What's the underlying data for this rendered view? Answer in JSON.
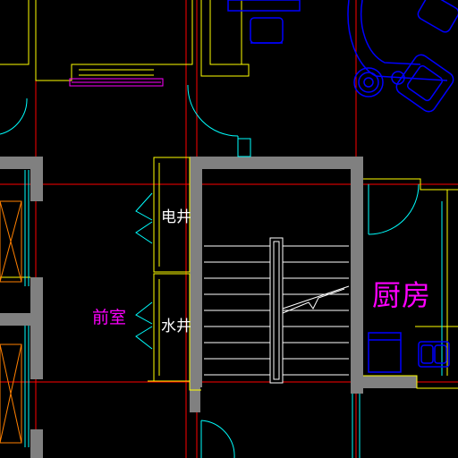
{
  "labels": {
    "electric_shaft": "电井",
    "water_shaft": "水井",
    "front_room": "前室",
    "kitchen": "厨房"
  },
  "colors": {
    "background": "#000000",
    "axis": "#ff0000",
    "wall": "#808080",
    "line_yellow": "#ffff00",
    "door_cyan": "#00ffff",
    "stair_white": "#ffffff",
    "furniture_blue": "#0000ff",
    "accent_magenta": "#ff00ff"
  }
}
